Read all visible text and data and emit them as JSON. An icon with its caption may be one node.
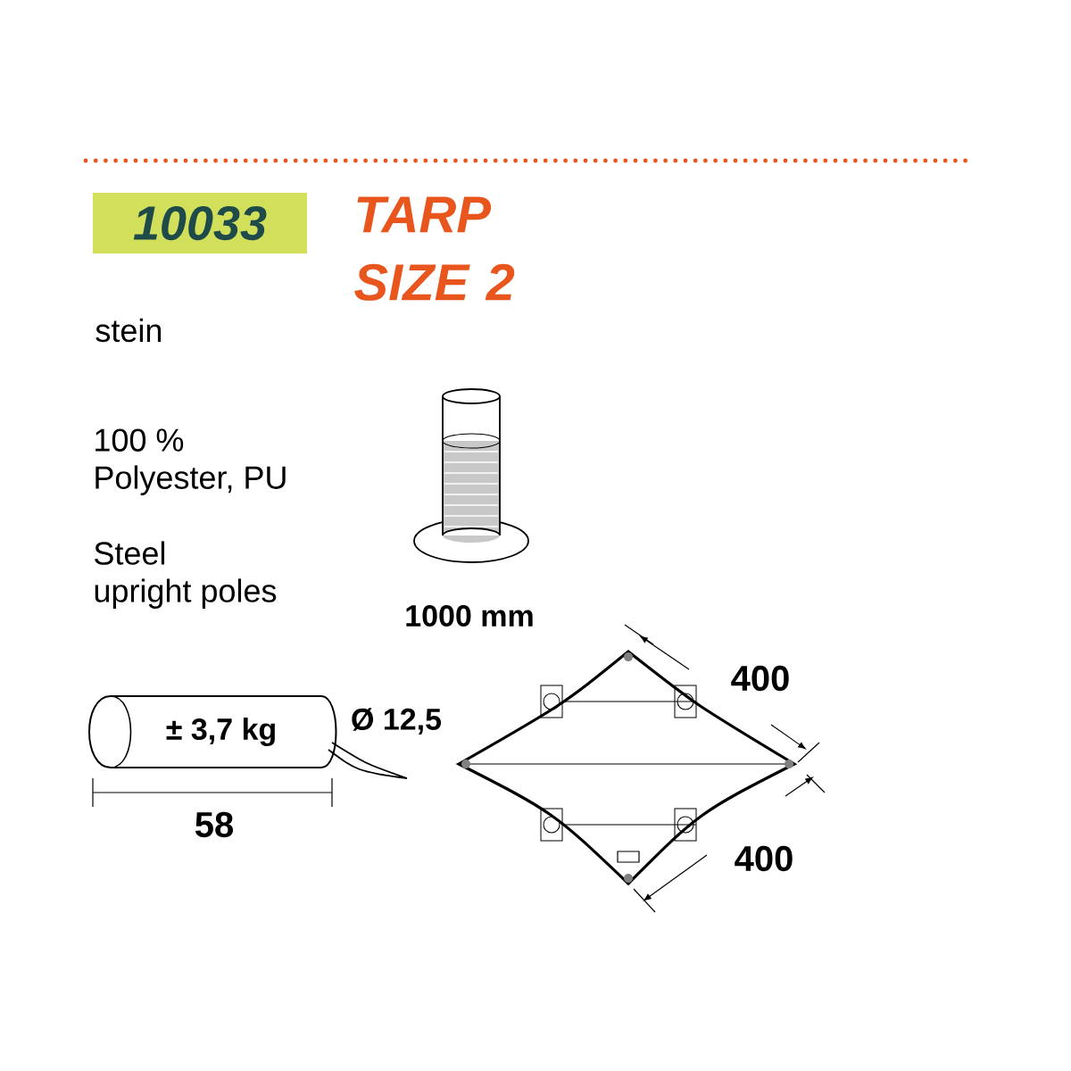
{
  "diagram": {
    "title": "TARP SIZE 2",
    "nodes": [
      {
        "text": [
          "10033"
        ]
      },
      {
        "text": [
          "± 3,7 kg"
        ],
        "beside": [
          "Ø 12,5"
        ]
      }
    ],
    "labels": [
      "stein",
      "100 % Polyester, PU",
      "Steel upright poles",
      "1000 mm",
      "58",
      "400",
      "400"
    ]
  }
}
